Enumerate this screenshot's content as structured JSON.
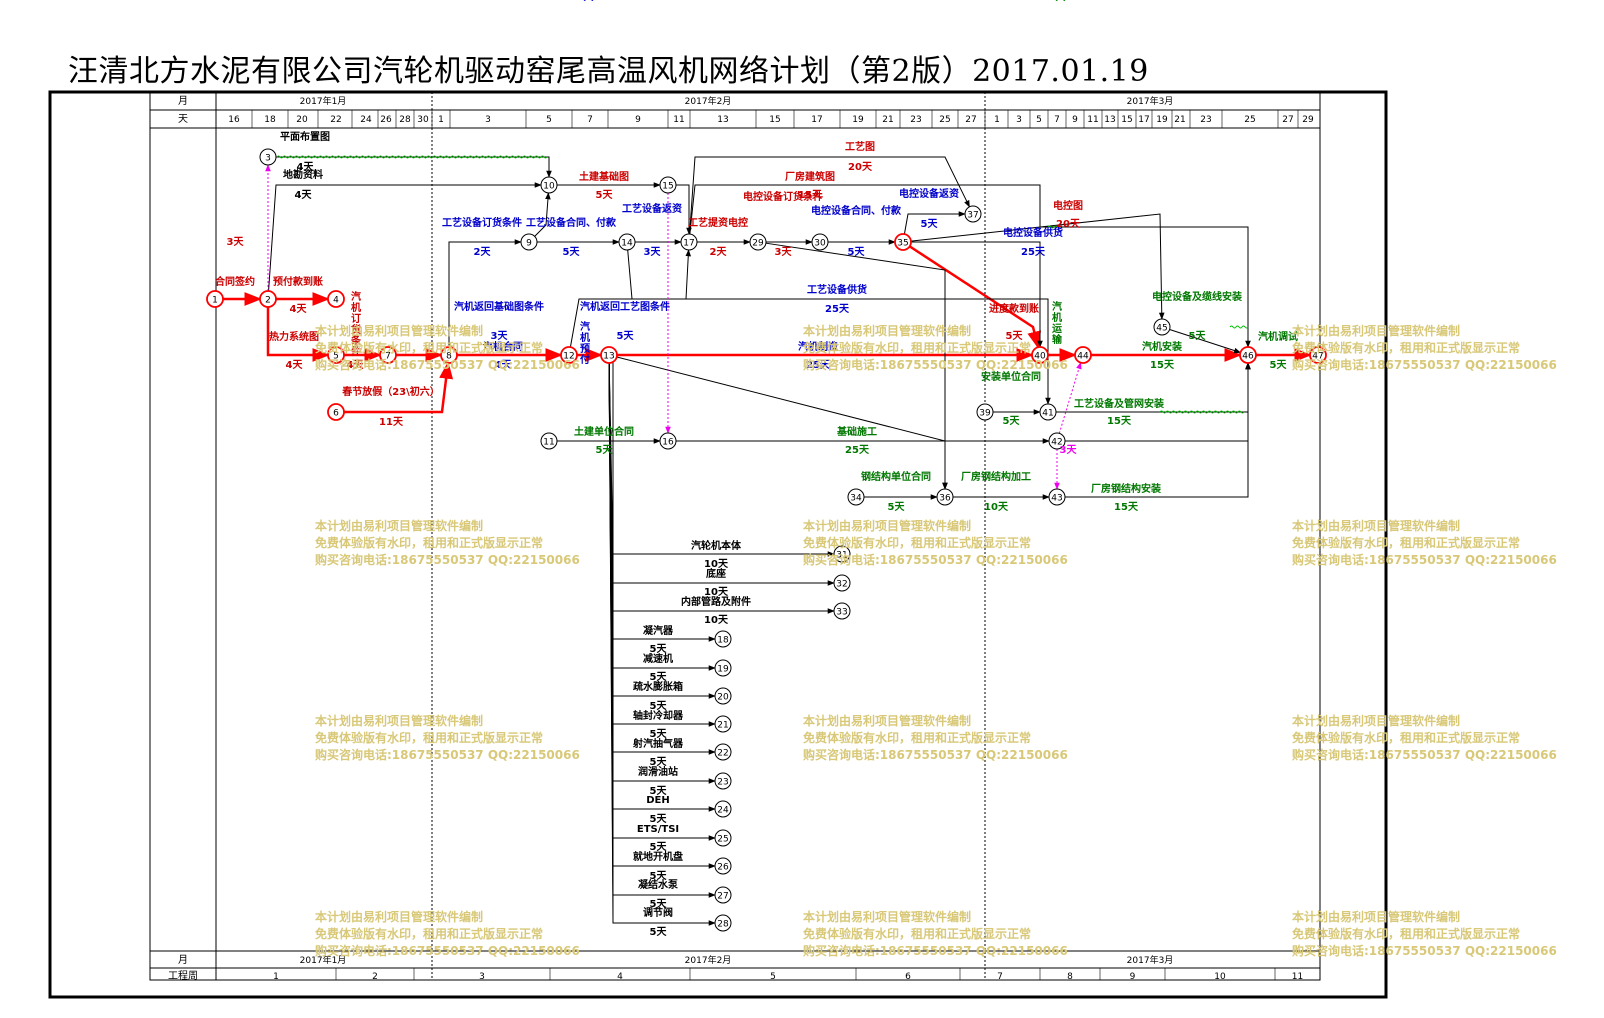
{
  "title": "汪清北方水泥有限公司汽轮机驱动窑尾高温风机网络计划（第2版）2017.01.19",
  "colors": {
    "critical": "#ff0000",
    "normal": "#000000",
    "label_blue": "#0000cc",
    "label_green": "#007700",
    "label_red": "#cc0000",
    "magenta": "#ee00ee",
    "float_wave": "#00bb00",
    "watermark": "#d8c878"
  },
  "header": {
    "row1_label": "月",
    "row2_label": "天",
    "months": [
      "2017年1月",
      "2017年2月",
      "2017年3月"
    ],
    "days": [
      "16",
      "18",
      "20",
      "22",
      "24",
      "26",
      "28",
      "30",
      "1",
      "3",
      "5",
      "7",
      "9",
      "11",
      "13",
      "15",
      "17",
      "19",
      "21",
      "23",
      "25",
      "27",
      "1",
      "3",
      "5",
      "7",
      "9",
      "11",
      "13",
      "15",
      "17",
      "19",
      "21",
      "23",
      "25",
      "27",
      "29"
    ]
  },
  "footer": {
    "row1_label": "月",
    "row2_label": "工程周",
    "months": [
      "2017年1月",
      "2017年2月",
      "2017年3月"
    ],
    "weeks": [
      "1",
      "2",
      "3",
      "4",
      "5",
      "6",
      "7",
      "8",
      "9",
      "10",
      "11"
    ]
  },
  "watermark": {
    "line1": "本计划由易利项目管理软件编制",
    "line2": "免费体验版有水印，租用和正式版显示正常",
    "line3": "购买咨询电话:18675550537 QQ:22150066"
  },
  "nodes": [
    "1",
    "2",
    "3",
    "4",
    "5",
    "6",
    "7",
    "8",
    "9",
    "10",
    "11",
    "12",
    "13",
    "14",
    "15",
    "16",
    "17",
    "18",
    "19",
    "20",
    "21",
    "22",
    "23",
    "24",
    "25",
    "26",
    "27",
    "28",
    "29",
    "30",
    "31",
    "32",
    "33",
    "34",
    "35",
    "36",
    "37",
    "39",
    "40",
    "41",
    "42",
    "43",
    "44",
    "45",
    "46",
    "47"
  ],
  "tasks": [
    {
      "name": "合同签约",
      "dur": "3天"
    },
    {
      "name": "平面布置图",
      "dur": "4天"
    },
    {
      "name": "地勘资料",
      "dur": "4天"
    },
    {
      "name": "预付款到账",
      "dur": "4天"
    },
    {
      "name": "汽机订货条件",
      "dur": ""
    },
    {
      "name": "热力系统图",
      "dur": "4天"
    },
    {
      "name": "",
      "dur": "4天"
    },
    {
      "name": "春节放假（23\\初六）",
      "dur": "11天"
    },
    {
      "name": "工艺设备订货条件",
      "dur": "2天"
    },
    {
      "name": "工艺设备合同、付款",
      "dur": "5天"
    },
    {
      "name": "土建基础图",
      "dur": "5天"
    },
    {
      "name": "工艺设备返资",
      "dur": "3天"
    },
    {
      "name": "工艺提资电控",
      "dur": "2天"
    },
    {
      "name": "电控设备订货条件",
      "dur": "3天"
    },
    {
      "name": "电控设备合同、付款",
      "dur": "5天"
    },
    {
      "name": "电控设备返资",
      "dur": "5天"
    },
    {
      "name": "工艺图",
      "dur": "20天"
    },
    {
      "name": "厂房建筑图",
      "dur": "15天"
    },
    {
      "name": "电控图",
      "dur": "20天"
    },
    {
      "name": "电控设备供货",
      "dur": "25天"
    },
    {
      "name": "汽机返回基础图条件",
      "dur": "3天"
    },
    {
      "name": "汽机合同",
      "dur": "4天"
    },
    {
      "name": "汽机预付",
      "dur": "2天"
    },
    {
      "name": "汽机返回工艺图条件",
      "dur": "5天"
    },
    {
      "name": "工艺设备供货",
      "dur": "25天"
    },
    {
      "name": "汽机制造",
      "dur": "25天"
    },
    {
      "name": "进度款到账",
      "dur": "5天"
    },
    {
      "name": "汽机运输",
      "dur": "5天"
    },
    {
      "name": "汽机安装",
      "dur": "15天"
    },
    {
      "name": "电控设备及缆线安装",
      "dur": "5天"
    },
    {
      "name": "汽机调试",
      "dur": "5天"
    },
    {
      "name": "安装单位合同",
      "dur": "5天"
    },
    {
      "name": "工艺设备及管网安装",
      "dur": "15天"
    },
    {
      "name": "土建单位合同",
      "dur": "5天"
    },
    {
      "name": "基础施工",
      "dur": "25天"
    },
    {
      "name": "",
      "dur": "3天"
    },
    {
      "name": "钢结构单位合同",
      "dur": "5天"
    },
    {
      "name": "厂房钢结构加工",
      "dur": "10天"
    },
    {
      "name": "厂房钢结构安装",
      "dur": "15天"
    },
    {
      "name": "汽轮机本体",
      "dur": "10天"
    },
    {
      "name": "底座",
      "dur": "10天"
    },
    {
      "name": "内部管路及附件",
      "dur": "10天"
    },
    {
      "name": "凝汽器",
      "dur": "5天"
    },
    {
      "name": "减速机",
      "dur": "5天"
    },
    {
      "name": "疏水膨胀箱",
      "dur": "5天"
    },
    {
      "name": "轴封冷却器",
      "dur": "5天"
    },
    {
      "name": "射汽抽气器",
      "dur": "5天"
    },
    {
      "name": "润滑油站",
      "dur": "5天"
    },
    {
      "name": "DEH",
      "dur": "5天"
    },
    {
      "name": "ETS/TSI",
      "dur": "5天"
    },
    {
      "name": "就地开机盘",
      "dur": "5天"
    },
    {
      "name": "凝结水泵",
      "dur": "5天"
    },
    {
      "name": "调节阀",
      "dur": "5天"
    }
  ]
}
